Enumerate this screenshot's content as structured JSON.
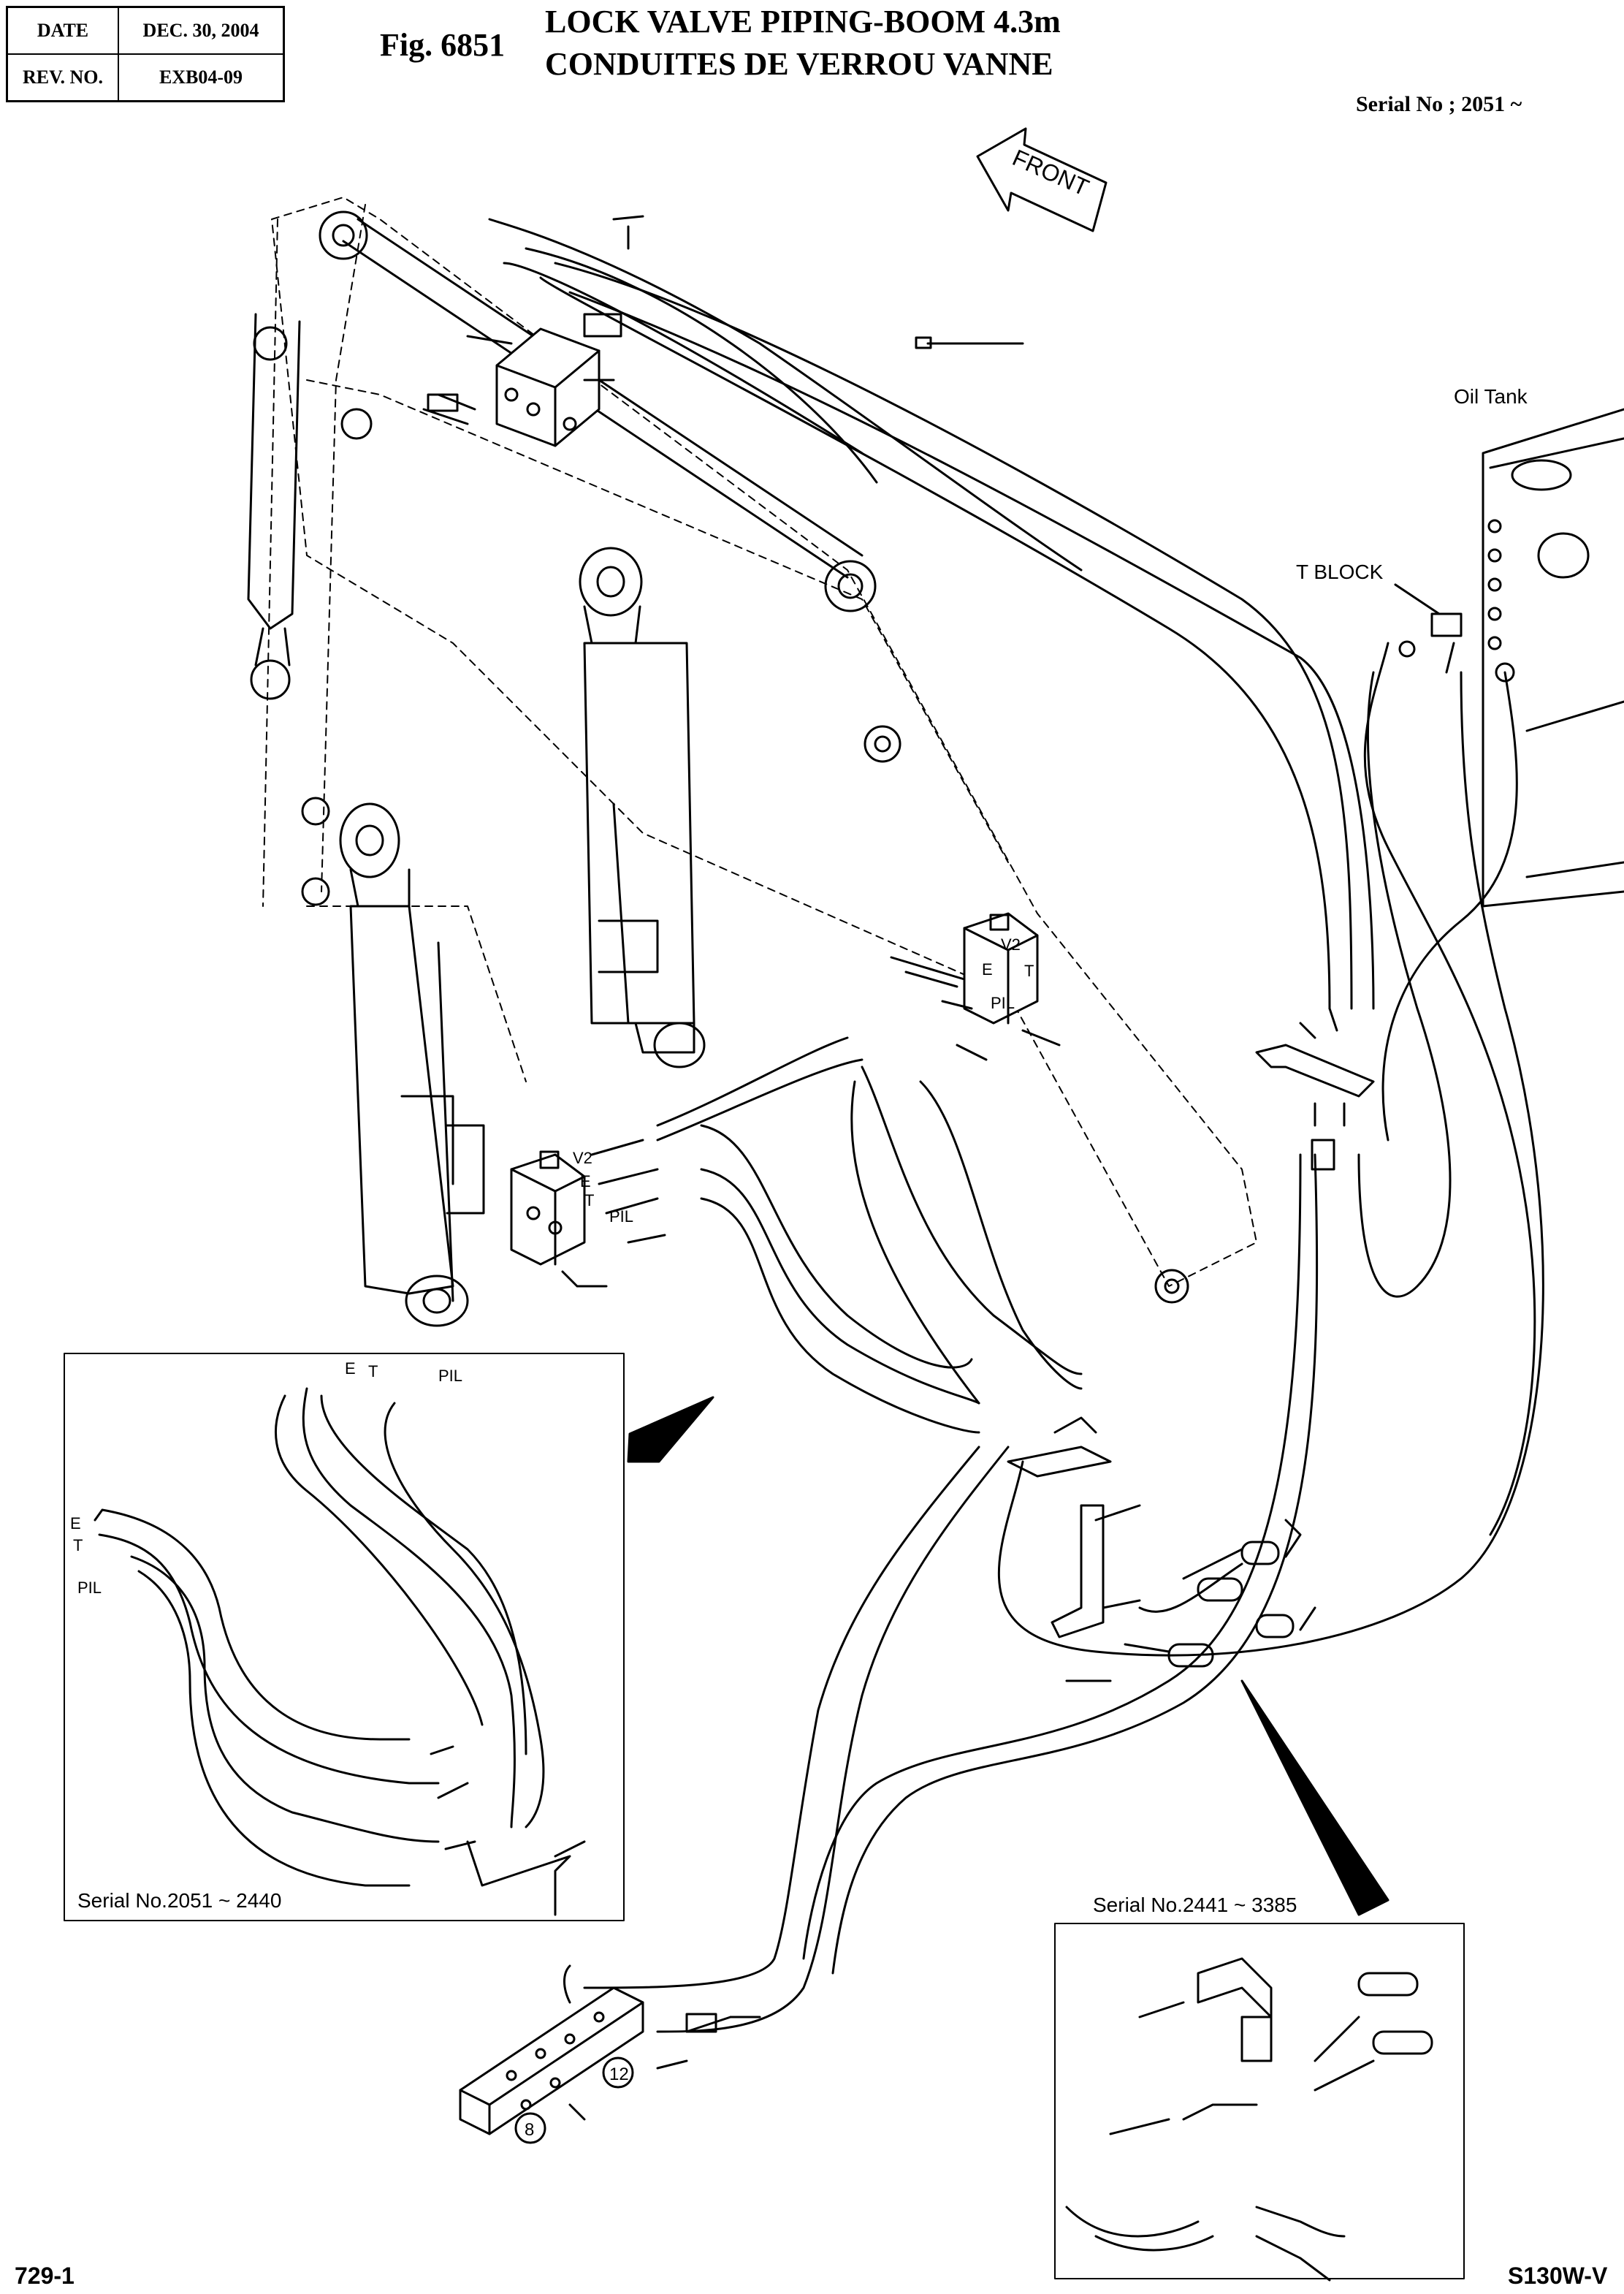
{
  "header": {
    "date_label": "DATE",
    "date_value": "DEC. 30, 2004",
    "rev_label": "REV. NO.",
    "rev_value": "EXB04-09",
    "fig": "Fig. 6851",
    "title_en": "LOCK VALVE PIPING-BOOM 4.3m",
    "title_fr": "CONDUITES DE VERROU VANNE",
    "serial": "Serial No ; 2051 ~"
  },
  "labels": {
    "front": "FRONT",
    "oil_tank": "Oil Tank",
    "t_block": "T  BLOCK",
    "port_v2": "V2",
    "port_e": "E",
    "port_t": "T",
    "port_pil": "PIL",
    "callout_8": "8",
    "callout_12": "12"
  },
  "insets": {
    "left_serial": "Serial No.2051 ~ 2440",
    "right_serial": "Serial No.2441 ~ 3385"
  },
  "footer": {
    "page": "729-1",
    "model": "S130W-V"
  }
}
